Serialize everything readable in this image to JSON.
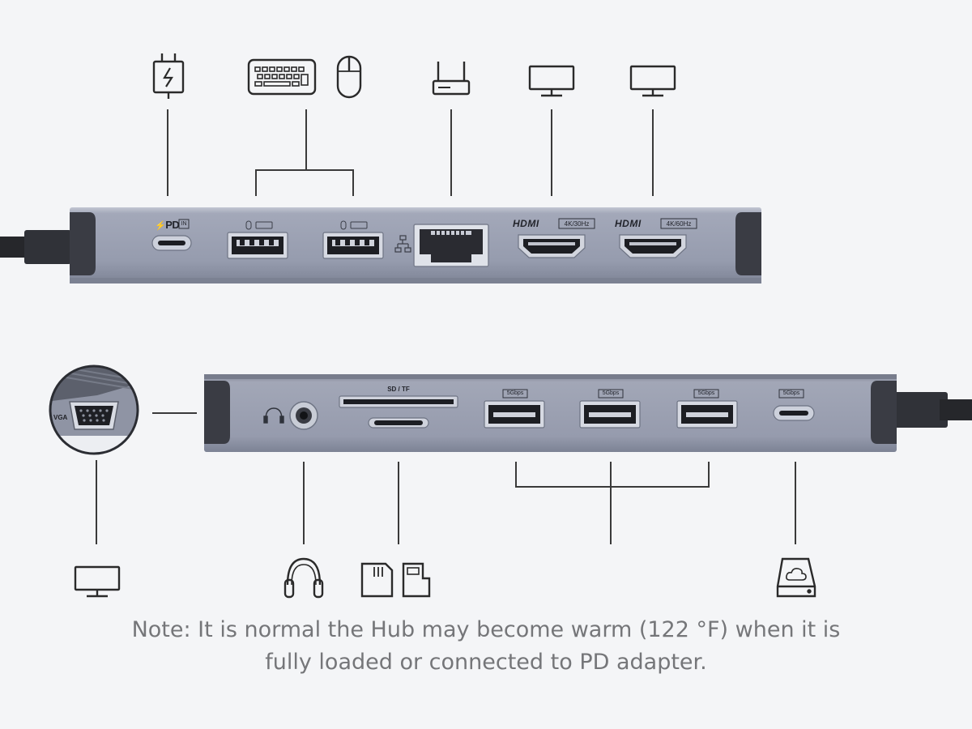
{
  "hub_top": {
    "pd_label": "PD",
    "pd_in_label": "IN",
    "hdmi_label": "HDMI",
    "hdmi_1_spec": "4K/30Hz",
    "hdmi_2_spec": "4K/60Hz"
  },
  "hub_bottom": {
    "card_slot_label": "SD / TF",
    "usb_speed_1": "5Gbps",
    "usb_speed_2": "5Gbps",
    "usb_speed_3": "5Gbps",
    "usbc_speed": "5Gbps",
    "vga_label": "VGA"
  },
  "icons": {
    "top": [
      "charger-icon",
      "keyboard-icon",
      "mouse-icon",
      "router-icon",
      "monitor-icon",
      "monitor-icon"
    ],
    "bottom": [
      "monitor-icon",
      "headphones-icon",
      "sd-card-icon",
      "microsd-card-icon",
      "external-drive-icon"
    ]
  },
  "colors": {
    "background": "#f4f5f7",
    "hub_body": "#9ba1b3",
    "connector_lines": "#3a3a3a",
    "note_text": "#757679"
  },
  "note": {
    "line1": "Note: It is normal the Hub may become warm (122 °F) when it is",
    "line2": "fully loaded or connected to PD adapter."
  }
}
